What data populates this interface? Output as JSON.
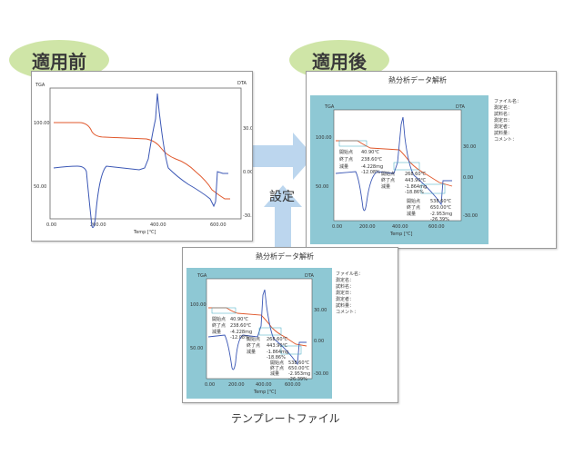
{
  "labels": {
    "before": "適用前",
    "after": "適用後",
    "setting": "設定",
    "template_file": "テンプレートファイル"
  },
  "report_title": "熱分析データ解析",
  "plot": {
    "y_left_label": "TGA",
    "y_right_label": "DTA",
    "x_label": "Temp [℃]",
    "x_ticks": [
      "0.00",
      "200.00",
      "400.00",
      "600.00"
    ],
    "y_left_ticks": [
      "100.00",
      "50.00"
    ],
    "y_right_ticks": [
      "30.00",
      "0.00",
      "-30.00"
    ]
  },
  "annotations": {
    "start": "開始点",
    "end": "終了点",
    "loss": "減量",
    "a1": "40.90℃",
    "a2": "238.60℃",
    "a3": "-4.228mg",
    "a4": "-12.08%",
    "b1": "268.60℃",
    "b2": "443.90℃",
    "b3": "-1.864mg",
    "b4": "-18.86%",
    "c1": "538.60℃",
    "c2": "650.00℃",
    "c3": "-2.953mg",
    "c4": "-26.39%"
  },
  "info_lines": [
    "ファイル名：",
    "測定名：",
    "試料名：",
    "測定日：",
    "測定者：",
    "試料量：",
    "コメント："
  ],
  "colors": {
    "badge": "#cfe5a7",
    "frame": "#8ec8d4",
    "arrow": "#bcd6ee",
    "tga": "#e0572b",
    "dta": "#3b57b5"
  }
}
